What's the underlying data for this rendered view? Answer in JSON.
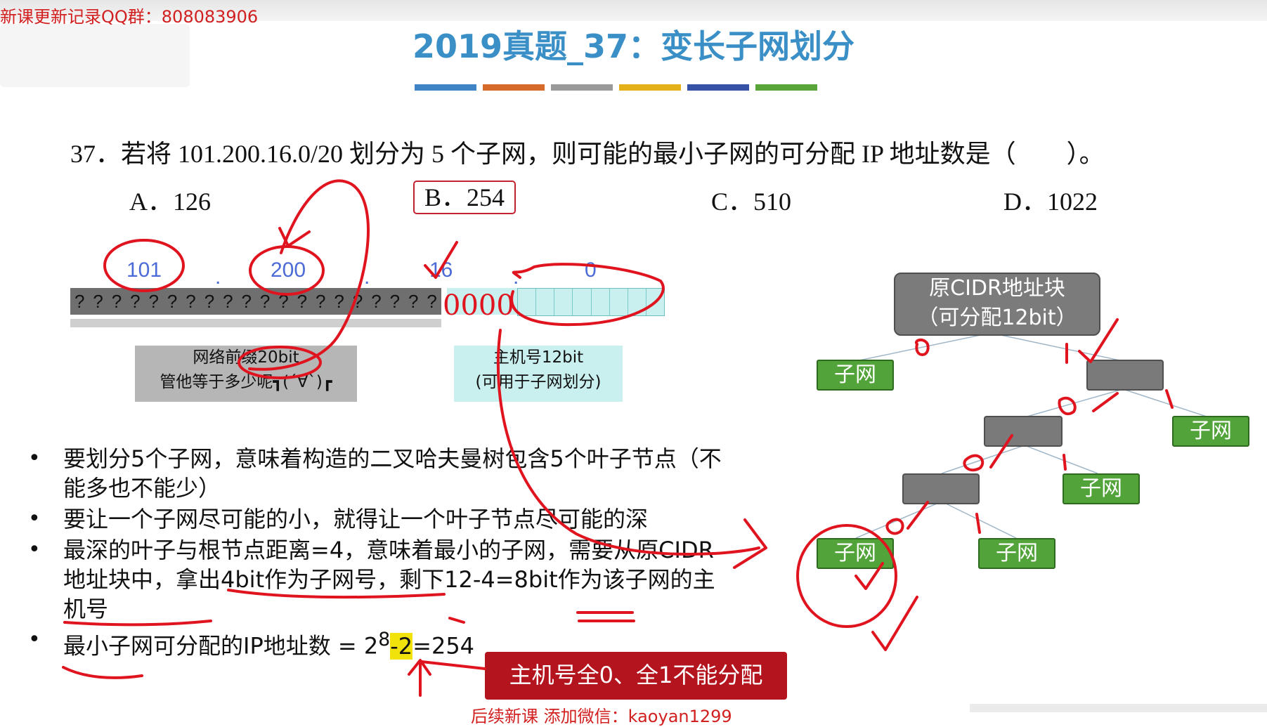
{
  "watermark": {
    "qq_group": "新课更新记录QQ群：808083906"
  },
  "title": "2019真题_37：变长子网划分",
  "title_bar_colors": [
    "#3f84c4",
    "#d66a2a",
    "#9a9a9a",
    "#e5b11a",
    "#3552a6",
    "#5aa53a"
  ],
  "question": {
    "text": "37．若将 101.200.16.0/20 划分为 5 个子网，则可能的最小子网的可分配 IP 地址数是（　　）。",
    "options": [
      {
        "label": "A．126",
        "selected": false
      },
      {
        "label": "B．254",
        "selected": true
      },
      {
        "label": "C．510",
        "selected": false
      },
      {
        "label": "D．1022",
        "selected": false
      }
    ]
  },
  "address": {
    "octets": [
      "101",
      "200",
      "16",
      "0"
    ],
    "dot": ".",
    "unknown_bit": "?",
    "network_label_line1": "网络前缀20bit",
    "network_label_line2": "管他等于多少呢┓(´∀`)┏",
    "host_label_line1": "主机号12bit",
    "host_label_line2": "(可用于子网划分)",
    "handwritten_subnet_bits": "0000"
  },
  "bullets": [
    "要划分5个子网，意味着构造的二叉哈夫曼树包含5个叶子节点（不能多也不能少）",
    "要让一个子网尽可能的小，就得让一个叶子节点尽可能的深",
    "最深的叶子与根节点距离=4，意味着最小的子网，需要从原CIDR地址块中，拿出4bit作为子网号，剩下12-4=8bit作为该子网的主机号",
    {
      "prefix": "最小子网可分配的IP地址数 = 2",
      "sup": "8",
      "highlight": "-2",
      "suffix": "=254"
    }
  ],
  "callout": "主机号全0、全1不能分配",
  "tree": {
    "root_line1": "原CIDR地址块",
    "root_line2": "（可分配12bit）",
    "leaf_label": "子网"
  },
  "footer_text": "后续新课 添加微信：kaoyan1299"
}
